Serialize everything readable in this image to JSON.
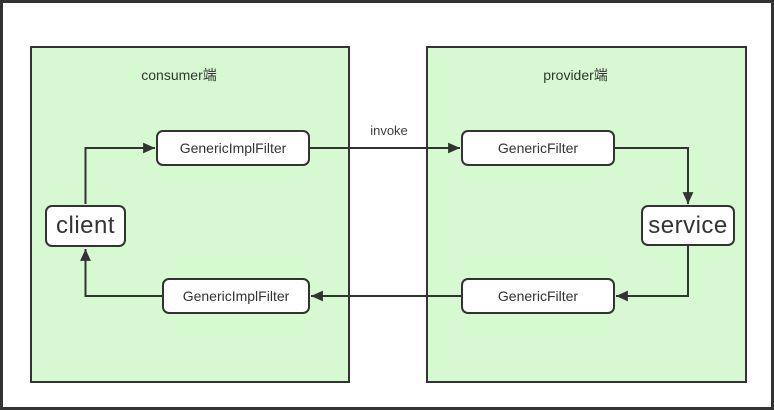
{
  "diagram": {
    "kind": "flow-diagram",
    "panels": {
      "consumer": {
        "title": "consumer端"
      },
      "provider": {
        "title": "provider端"
      }
    },
    "nodes": {
      "generic_impl_filter_top": {
        "label": "GenericImplFilter"
      },
      "generic_filter_top": {
        "label": "GenericFilter"
      },
      "client": {
        "label": "client"
      },
      "service": {
        "label": "service"
      },
      "generic_impl_filter_bottom": {
        "label": "GenericImplFilter"
      },
      "generic_filter_bottom": {
        "label": "GenericFilter"
      }
    },
    "edges": {
      "invoke_label": "invoke"
    },
    "colors": {
      "panel_fill": "#d7f9d1",
      "panel_border": "#333333",
      "node_fill": "#ffffff",
      "node_border": "#333333",
      "arrow": "#333333",
      "text": "#333333",
      "frame_border": "#333333",
      "background": "#ffffff"
    }
  }
}
